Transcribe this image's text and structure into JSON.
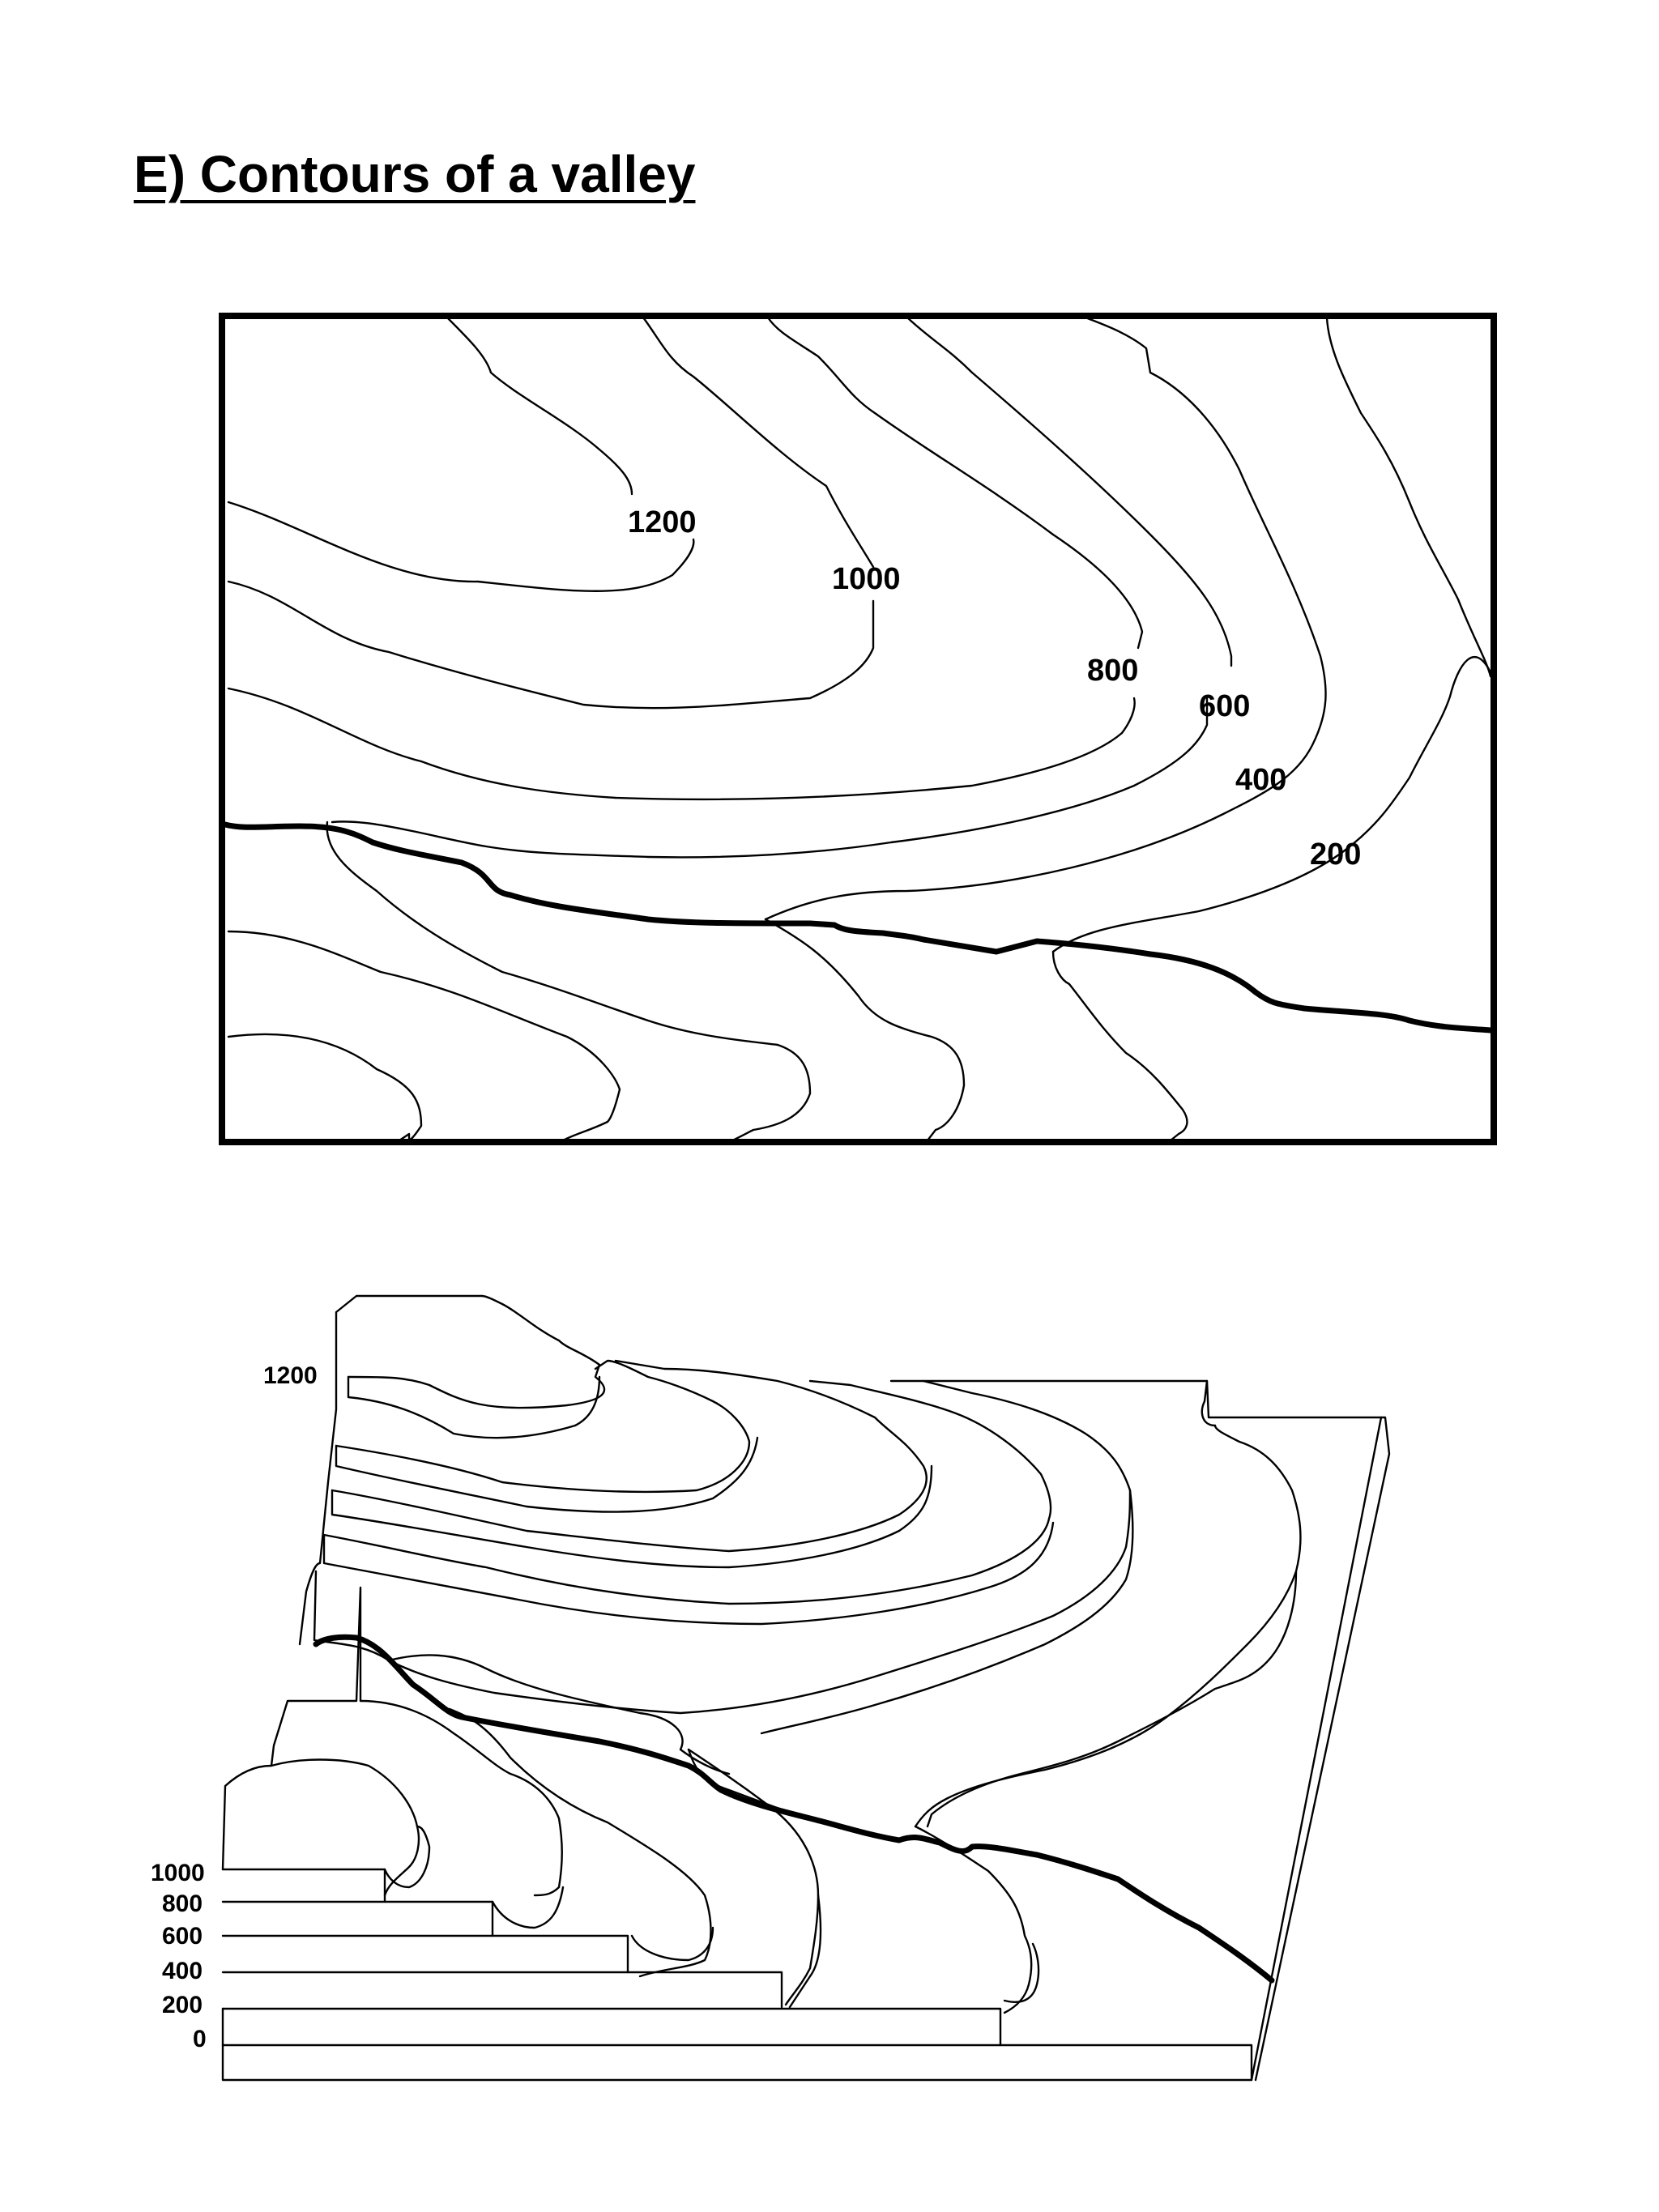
{
  "title": "E) Contours of a valley",
  "map": {
    "contour_labels": [
      "1200",
      "1000",
      "800",
      "600",
      "400",
      "200"
    ]
  },
  "block_diagram": {
    "top_label": "1200",
    "side_labels": [
      "1000",
      "800",
      "600",
      "400",
      "200",
      "0"
    ]
  }
}
